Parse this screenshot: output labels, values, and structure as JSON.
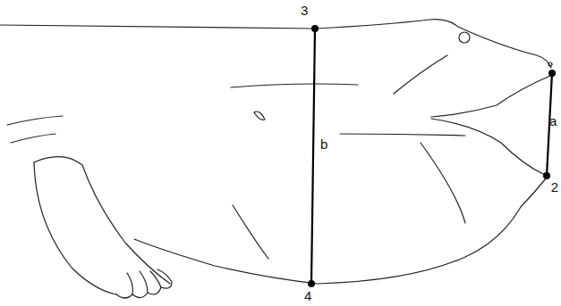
{
  "diagram": {
    "labels": [
      "3",
      "b",
      "4",
      "a",
      "2"
    ]
  }
}
